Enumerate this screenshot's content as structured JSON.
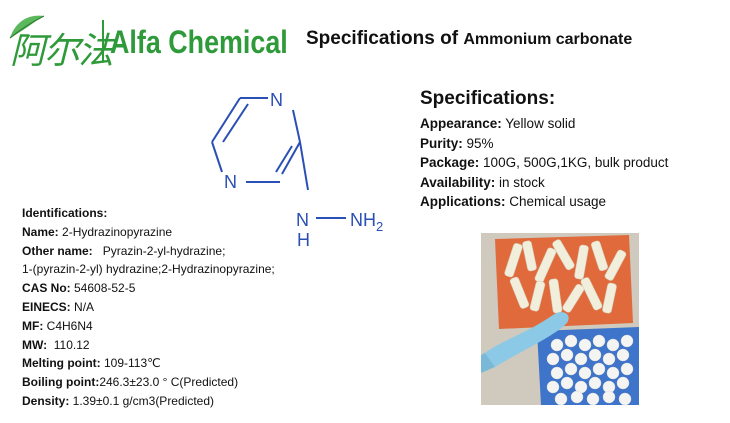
{
  "logo": {
    "chinese": "阿尔法",
    "english": "Alfa Chemical",
    "brand_color": "#2e9a3a"
  },
  "title": {
    "prefix": "Specifications of ",
    "product": "Ammonium carbonate"
  },
  "structure": {
    "atom_n1": "N",
    "atom_n2": "N",
    "atom_nh2": "NH",
    "subscript": "2",
    "atom_h": "H"
  },
  "specifications": {
    "heading": "Specifications:",
    "items": [
      {
        "label": "Appearance:",
        "value": " Yellow solid"
      },
      {
        "label": "Purity:",
        "value": " 95%"
      },
      {
        "label": "Package:",
        "value": " 100G, 500G,1KG, bulk product"
      },
      {
        "label": "Availability:",
        "value": " in stock"
      },
      {
        "label": "Applications:",
        "value": " Chemical usage"
      }
    ]
  },
  "identifications": {
    "heading": "Identifications:",
    "name_label": "Name:",
    "name_value": " 2-Hydrazinopyrazine",
    "other_label": "Other name:",
    "other_value": "   Pyrazin-2-yl-hydrazine;",
    "other_cont": "1-(pyrazin-2-yl) hydrazine;2-Hydrazinopyrazine;",
    "items": [
      {
        "label": "CAS No:",
        "value": " 54608-52-5"
      },
      {
        "label": "EINECS:",
        "value": " N/A"
      },
      {
        "label": "MF:",
        "value": " C4H6N4"
      },
      {
        "label": "MW:",
        "value": "  110.12"
      },
      {
        "label": "Melting point:",
        "value": " 109-113℃"
      },
      {
        "label": "Boiling point:",
        "value": "246.3±23.0 ° C(Predicted)"
      },
      {
        "label": "Density:",
        "value": " 1.39±0.1 g/cm3(Predicted)"
      }
    ]
  }
}
